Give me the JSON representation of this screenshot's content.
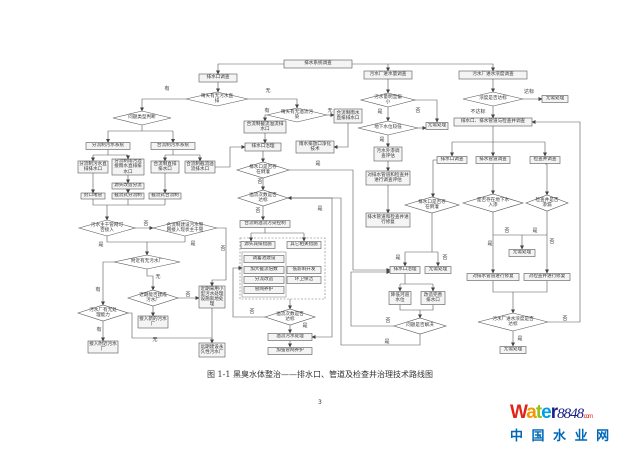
{
  "nodes": {
    "top": "排水系统调查",
    "o1": "排水口调查",
    "d1": "晴天有无污水直排",
    "d2": "问题类型判断",
    "b_fl": "分流制污水系统",
    "b_hl": "合流制污水系统",
    "b1": "分流制污水直排排水口",
    "b2": "分流制雨污混接雨水直排排水口",
    "b3": "合流制直排排水口",
    "b4": "合流制截流溢流排水口",
    "b5": "源头改造分流",
    "b6": "封口堵管",
    "b7": "截流式分流制",
    "b8": "截流式合流制",
    "d3": "污水主干管网可否接入",
    "d4": "合流制建设污水管网接入现状主干管",
    "d5": "附近有无污水厂",
    "d6": "近期能否建成污水厂",
    "b9": "接入新的污水厂",
    "d7": "污水厂有无处理能力",
    "b10": "接入附近污水厂",
    "b11": "近期采用小型污水处理设施就地处理",
    "b12": "远期建设永久性污水厂",
    "d8": "晴天有无溢流污染",
    "b13": "合流制截流溢流排水口",
    "b14": "合流制雨水直排排水口",
    "b15": "雨水排放口净化技术",
    "b16": "排水口治理",
    "d9": "排水口是否存在倒灌",
    "d10": "溢流次数是否达标",
    "b17": "合流制溢流污染控制",
    "b18": "源头减排措施",
    "b19": "其它相关措施",
    "b20": "调蓄池建设",
    "b21": "加大截流倍数",
    "b22": "分流改造",
    "b23": "管网养护",
    "b24": "低影响开发",
    "b25": "环卫保洁",
    "d11": "溢流次数是否达标",
    "b26": "溢流污水处理",
    "b27": "加强管网养护",
    "b28": "污水厂进水量调查",
    "d12": "污水量明显偏小",
    "d13": "地下水位较低",
    "b29": "污水外渗调查评估",
    "b30": "对排水管道和检查井进行调查评估",
    "b31": "排水管道和检查井进行修复",
    "b32": "无需处理",
    "b33": "污水厂进水浓度调查",
    "d14": "浓度是否达标",
    "b34": "无需处理",
    "b35": "排水口、排水管道与检查井调查",
    "b36": "排水口调查",
    "b37": "排水管道调查",
    "b38": "检查井调查",
    "d15": "排水口是否存在倒灌",
    "d16": "是否存在地下水入渗",
    "d17": "检查井是否渗漏",
    "b39": "无需处理",
    "b40": "对排水管道进行修复",
    "b41": "对检查井进行修复",
    "d18": "污水厂进水浓度是否达标",
    "b42": "无需处理",
    "b43": "排水口治理",
    "b44": "无需处理",
    "b45": "降低河道水位",
    "b46": "改造完善排水口",
    "d19": "问题是否解决"
  },
  "labels": [
    "有",
    "无",
    "否",
    "是",
    "是",
    "无",
    "有",
    "否",
    "有",
    "无",
    "否",
    "有",
    "无",
    "是",
    "否",
    "是",
    "否",
    "否",
    "是",
    "是",
    "否",
    "是",
    "达标",
    "不达标",
    "否",
    "是",
    "是",
    "否",
    "否",
    "是",
    "是",
    "否",
    "否",
    "是"
  ],
  "caption": "图 1-1  黑臭水体整治——排水口、管道及检查井治理技术路线图",
  "page_number": "3",
  "watermark": {
    "brand": "Water8848.com",
    "name": "中 国 水 业 网"
  }
}
